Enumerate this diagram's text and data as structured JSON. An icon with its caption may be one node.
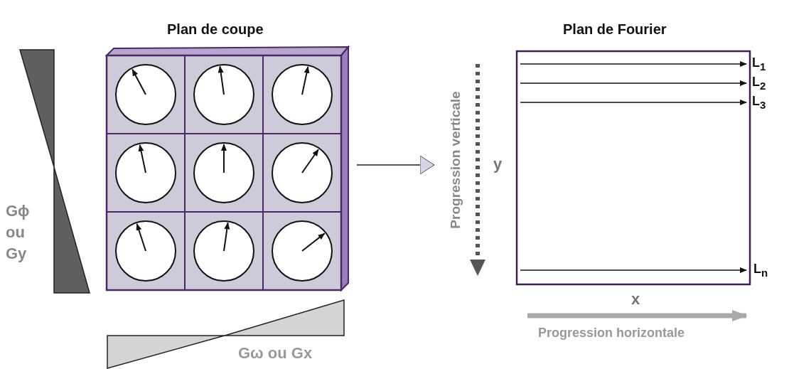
{
  "diagram": {
    "nodes": [
      {
        "text": [
          "Plan de coupe"
        ]
      },
      {
        "text": [
          "Plan de Fourier"
        ]
      }
    ],
    "edges": [
      {
        "from": 0,
        "to": 1,
        "arrow": "to"
      }
    ],
    "labels": [
      "L$_{1}$",
      "L$_{2}$",
      "L$_{3}$",
      "Progression verticale",
      "y",
      "Gϕ ou Gy",
      "L$_{n}$",
      "x",
      "Gω ou Gx",
      "Progression horizontale"
    ]
  }
}
